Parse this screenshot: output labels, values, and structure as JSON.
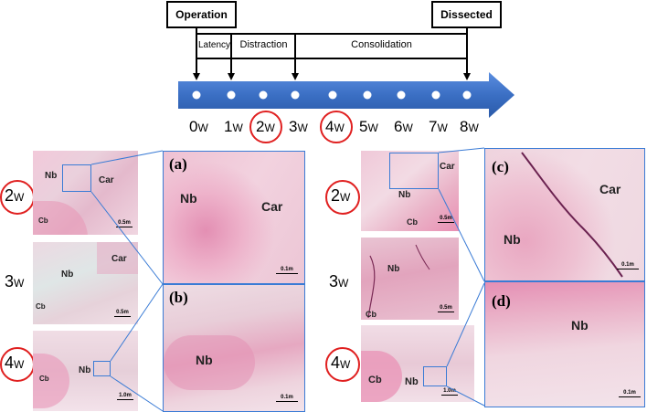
{
  "timeline": {
    "operation_label": "Operation",
    "dissected_label": "Dissected",
    "phases": {
      "latency": "Latency",
      "distraction": "Distraction",
      "consolidation": "Consolidation"
    },
    "weeks": [
      {
        "num": "0",
        "unit": "W"
      },
      {
        "num": "1",
        "unit": "W"
      },
      {
        "num": "2",
        "unit": "W"
      },
      {
        "num": "3",
        "unit": "W"
      },
      {
        "num": "4",
        "unit": "W"
      },
      {
        "num": "5",
        "unit": "W"
      },
      {
        "num": "6",
        "unit": "W"
      },
      {
        "num": "7",
        "unit": "W"
      },
      {
        "num": "8",
        "unit": "W"
      }
    ],
    "arrow_color": "#3b6fc4"
  },
  "left_group": {
    "weeks": [
      {
        "num": "2",
        "unit": "W"
      },
      {
        "num": "3",
        "unit": "W"
      },
      {
        "num": "4",
        "unit": "W"
      }
    ],
    "thumb1": {
      "nb": "Nb",
      "car": "Car",
      "cb": "Cb",
      "scale": "0.5m"
    },
    "thumb2": {
      "nb": "Nb",
      "car": "Car",
      "cb": "Cb",
      "scale": "0.5m"
    },
    "thumb3": {
      "nb": "Nb",
      "cb": "Cb",
      "scale": "1.0m"
    },
    "panel_a": {
      "letter": "(a)",
      "nb": "Nb",
      "car": "Car",
      "scale": "0.1m"
    },
    "panel_b": {
      "letter": "(b)",
      "nb": "Nb",
      "scale": "0.1m"
    }
  },
  "right_group": {
    "weeks": [
      {
        "num": "2",
        "unit": "W"
      },
      {
        "num": "3",
        "unit": "W"
      },
      {
        "num": "4",
        "unit": "W"
      }
    ],
    "thumb1": {
      "nb": "Nb",
      "car": "Car",
      "cb": "Cb",
      "scale": "0.5m"
    },
    "thumb2": {
      "nb": "Nb",
      "cb": "Cb",
      "scale": "0.5m"
    },
    "thumb3": {
      "nb": "Nb",
      "cb": "Cb",
      "scale": "1.0m"
    },
    "panel_c": {
      "letter": "(c)",
      "nb": "Nb",
      "car": "Car",
      "scale": "0.1m"
    },
    "panel_d": {
      "letter": "(d)",
      "nb": "Nb",
      "scale": "0.1m"
    }
  },
  "colors": {
    "highlight_circle": "#e02020",
    "zoom_box": "#3a7bd5",
    "stain_pink": "#e8a6c4",
    "stain_light": "#f3dbe6"
  }
}
